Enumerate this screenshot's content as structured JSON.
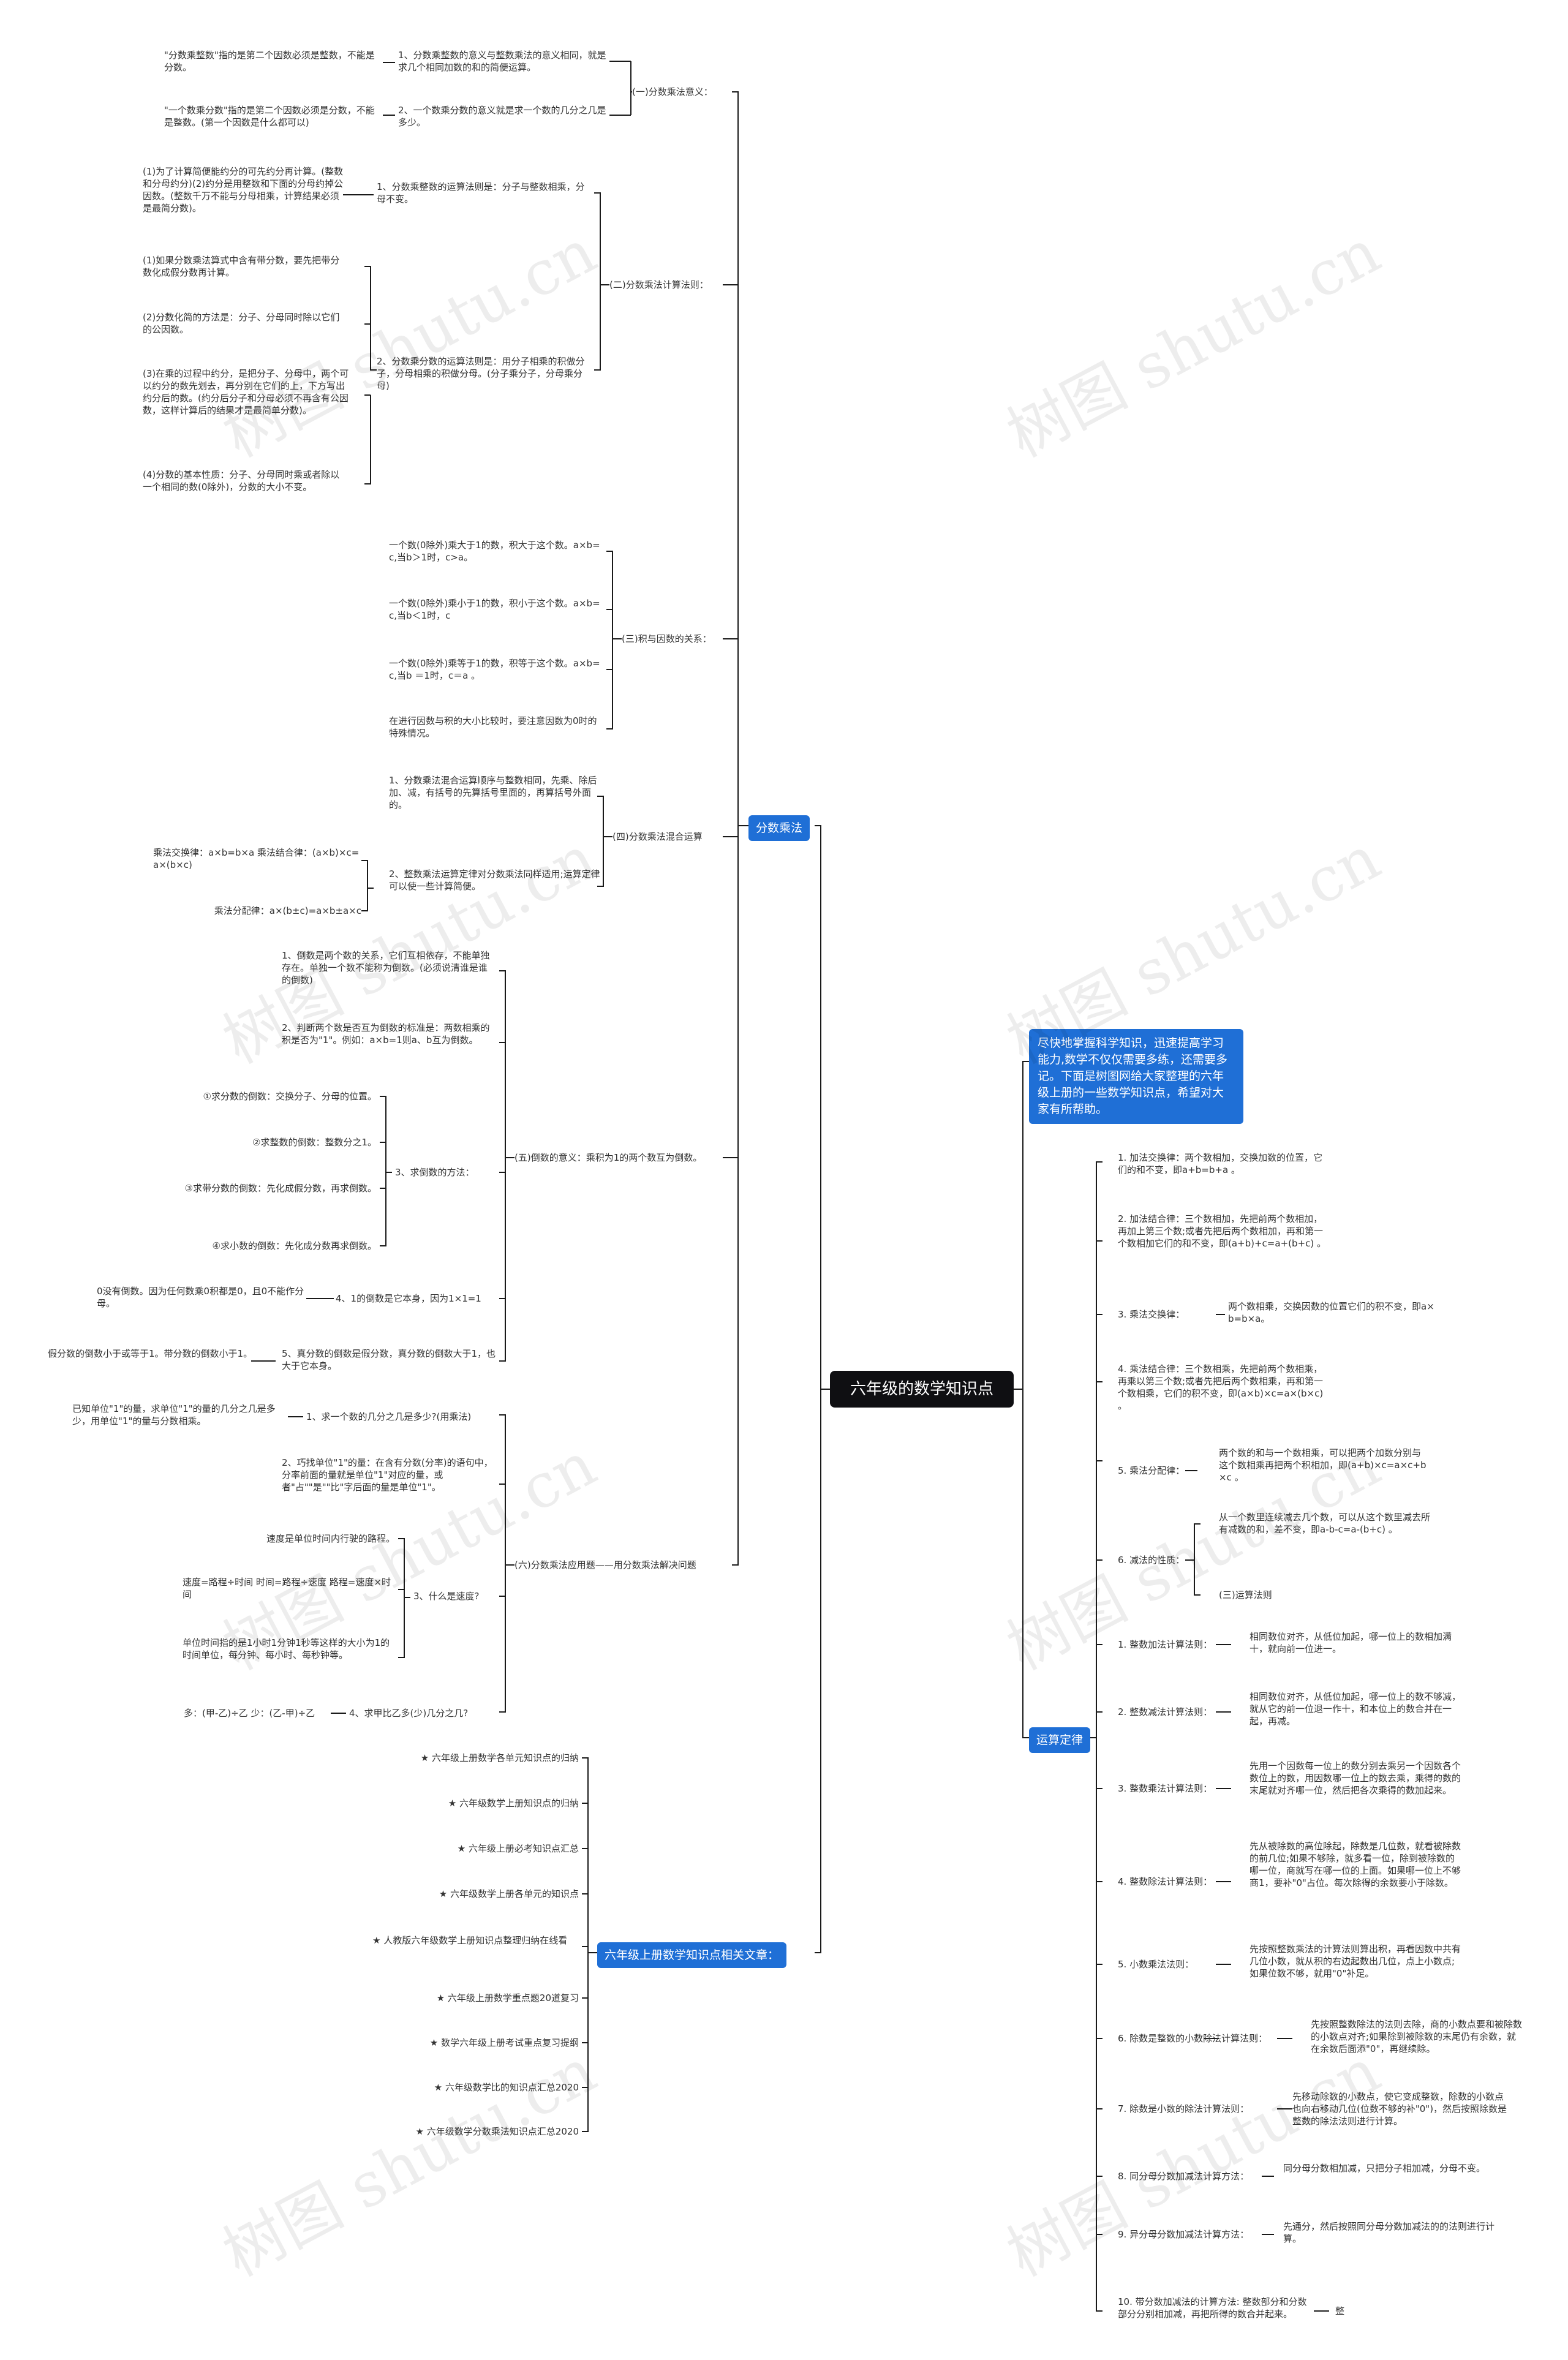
{
  "root": "六年级的数学知识点",
  "intro": "尽快地掌握科学知识，迅速提高学习能力,数学不仅仅需要多练，还需要多记。下面是树图网给大家整理的六年级上册的一些数学知识点，希望对大家有所帮助。",
  "watermark": "树图 shutu.cn",
  "fenshu": {
    "label": "分数乘法",
    "s1": {
      "label": "(一)分数乘法意义：",
      "i1": "1、分数乘整数的意义与整数乘法的意义相同，就是求几个相同加数的和的简便运算。",
      "i1n": "\"分数乘整数\"指的是第二个因数必须是整数，不能是分数。",
      "i2": "2、一个数乘分数的意义就是求一个数的几分之几是多少。",
      "i2n": "\"一个数乘分数\"指的是第二个因数必须是分数，不能是整数。(第一个因数是什么都可以)"
    },
    "s2": {
      "label": "(二)分数乘法计算法则：",
      "i1": "1、分数乘整数的运算法则是：分子与整数相乘，分母不变。",
      "i1n": "(1)为了计算简便能约分的可先约分再计算。(整数和分母约分)(2)约分是用整数和下面的分母约掉公因数。(整数千万不能与分母相乘，计算结果必须是最简分数)。",
      "i2": "2、分数乘分数的运算法则是：用分子相乘的积做分子，分母相乘的积做分母。(分子乘分子，分母乘分母)",
      "i2a": "(1)如果分数乘法算式中含有带分数，要先把带分数化成假分数再计算。",
      "i2b": "(2)分数化简的方法是：分子、分母同时除以它们的公因数。",
      "i2c": "(3)在乘的过程中约分，是把分子、分母中，两个可以约分的数先划去，再分别在它们的上，下方写出约分后的数。(约分后分子和分母必须不再含有公因数，这样计算后的结果才是最简单分数)。",
      "i2d": "(4)分数的基本性质：分子、分母同时乘或者除以一个相同的数(0除外)，分数的大小不变。"
    },
    "s3": {
      "label": "(三)积与因数的关系：",
      "i1": "一个数(0除外)乘大于1的数，积大于这个数。a×b=c,当b＞1时，c>a。",
      "i2": "一个数(0除外)乘小于1的数，积小于这个数。a×b=c,当b＜1时，c",
      "i3": "一个数(0除外)乘等于1的数，积等于这个数。a×b=c,当b ＝1时，c＝a 。",
      "i4": "在进行因数与积的大小比较时，要注意因数为0时的特殊情况。"
    },
    "s4": {
      "label": "(四)分数乘法混合运算",
      "i1": "1、分数乘法混合运算顺序与整数相同，先乘、除后加、减，有括号的先算括号里面的，再算括号外面的。",
      "i2": "2、整数乘法运算定律对分数乘法同样适用;运算定律可以使一些计算简便。",
      "i2a": "乘法交换律：a×b=b×a 乘法结合律：(a×b)×c=a×(b×c)",
      "i2b": "乘法分配律：a×(b±c)=a×b±a×c"
    },
    "s5": {
      "label": "(五)倒数的意义：乘积为1的两个数互为倒数。",
      "i1": "1、倒数是两个数的关系，它们互相依存，不能单独存在。单独一个数不能称为倒数。(必须说清谁是谁的倒数)",
      "i2": "2、判断两个数是否互为倒数的标准是：两数相乘的积是否为\"1\"。例如：a×b=1则a、b互为倒数。",
      "i3": "3、求倒数的方法：",
      "i3a": "①求分数的倒数：交换分子、分母的位置。",
      "i3b": "②求整数的倒数：整数分之1。",
      "i3c": "③求带分数的倒数：先化成假分数，再求倒数。",
      "i3d": "④求小数的倒数：先化成分数再求倒数。",
      "i4": "4、1的倒数是它本身，因为1×1=1",
      "i4n": "0没有倒数。因为任何数乘0积都是0，且0不能作分母。",
      "i5": "5、真分数的倒数是假分数，真分数的倒数大于1，也大于它本身。",
      "i5n": "假分数的倒数小于或等于1。带分数的倒数小于1。"
    },
    "s6": {
      "label": "(六)分数乘法应用题——用分数乘法解决问题",
      "i1": "1、求一个数的几分之几是多少?(用乘法)",
      "i1n": "已知单位\"1\"的量，求单位\"1\"的量的几分之几是多少，用单位\"1\"的量与分数相乘。",
      "i2": "2、巧找单位\"1\"的量：在含有分数(分率)的语句中，分率前面的量就是单位\"1\"对应的量，或者\"占\"\"是\"\"比\"字后面的量是单位\"1\"。",
      "i3": "3、什么是速度?",
      "i3a": "速度是单位时间内行驶的路程。",
      "i3b": "速度=路程÷时间 时间=路程÷速度 路程=速度×时间",
      "i3c": "单位时间指的是1小时1分钟1秒等这样的大小为1的时间单位，每分钟、每小时、每秒钟等。",
      "i4": "4、求甲比乙多(少)几分之几?",
      "i4n": "多：(甲-乙)÷乙 少：(乙-甲)÷乙"
    }
  },
  "articles": {
    "label": "六年级上册数学知识点相关文章：",
    "items": [
      "★ 六年级上册数学各单元知识点的归纳",
      "★ 六年级数学上册知识点的归纳",
      "★ 六年级上册必考知识点汇总",
      "★ 六年级数学上册各单元的知识点",
      "★ 人教版六年级数学上册知识点整理归纳在线看",
      "★ 六年级上册数学重点题20道复习",
      "★ 数学六年级上册考试重点复习提纲",
      "★ 六年级数学比的知识点汇总2020",
      "★ 六年级数学分数乘法知识点汇总2020"
    ]
  },
  "yunsuan": {
    "label": "运算定律",
    "items": [
      "1. 加法交换律：两个数相加，交换加数的位置，它们的和不变，即a+b=b+a 。",
      "2. 加法结合律：三个数相加，先把前两个数相加，再加上第三个数;或者先把后两个数相加，再和第一个数相加它们的和不变，即(a+b)+c=a+(b+c) 。",
      "3. 乘法交换律：",
      "4. 乘法结合律：三个数相乘，先把前两个数相乘，再乘以第三个数;或者先把后两个数相乘，再和第一个数相乘，它们的积不变，即(a×b)×c=a×(b×c) 。",
      "5. 乘法分配律：",
      "6. 减法的性质：",
      "1. 整数加法计算法则：",
      "2. 整数减法计算法则：",
      "3. 整数乘法计算法则：",
      "4. 整数除法计算法则：",
      "5. 小数乘法法则：",
      "6. 除数是整数的小数除法计算法则：",
      "7. 除数是小数的除法计算法则：",
      "8. 同分母分数加减法计算方法：",
      "9. 异分母分数加减法计算方法：",
      "10. 带分数加减法的计算方法: 整数部分和分数部分分别相加减，再把所得的数合并起来。"
    ],
    "details": {
      "i3": "两个数相乘，交换因数的位置它们的积不变，即a×b=b×a。",
      "i5": "两个数的和与一个数相乘，可以把两个加数分别与这个数相乘再把两个积相加，即(a+b)×c=a×c+b×c 。",
      "i6a": "从一个数里连续减去几个数，可以从这个数里减去所有减数的和，差不变，即a-b-c=a-(b+c) 。",
      "i6b": "(三)运算法则",
      "j1": "相同数位对齐，从低位加起，哪一位上的数相加满十，就向前一位进一。",
      "j2": "相同数位对齐，从低位加起，哪一位上的数不够减，就从它的前一位退一作十，和本位上的数合并在一起，再减。",
      "j3": "先用一个因数每一位上的数分别去乘另一个因数各个数位上的数，用因数哪一位上的数去乘，乘得的数的末尾就对齐哪一位，然后把各次乘得的数加起来。",
      "j4": "先从被除数的高位除起，除数是几位数，就看被除数的前几位;如果不够除，就多看一位，除到被除数的哪一位，商就写在哪一位的上面。如果哪一位上不够商1，要补\"0\"占位。每次除得的余数要小于除数。",
      "j5": "先按照整数乘法的计算法则算出积，再看因数中共有几位小数，就从积的右边起数出几位，点上小数点;如果位数不够，就用\"0\"补足。",
      "j6": "先按照整数除法的法则去除，商的小数点要和被除数的小数点对齐;如果除到被除数的末尾仍有余数，就在余数后面添\"0\"，再继续除。",
      "j7": "先移动除数的小数点，使它变成整数，除数的小数点也向右移动几位(位数不够的补\"0\")，然后按照除数是整数的除法法则进行计算。",
      "j8": "同分母分数相加减，只把分子相加减，分母不变。",
      "j9": "先通分，然后按照同分母分数加减法的的法则进行计算。",
      "j10": "整"
    }
  }
}
